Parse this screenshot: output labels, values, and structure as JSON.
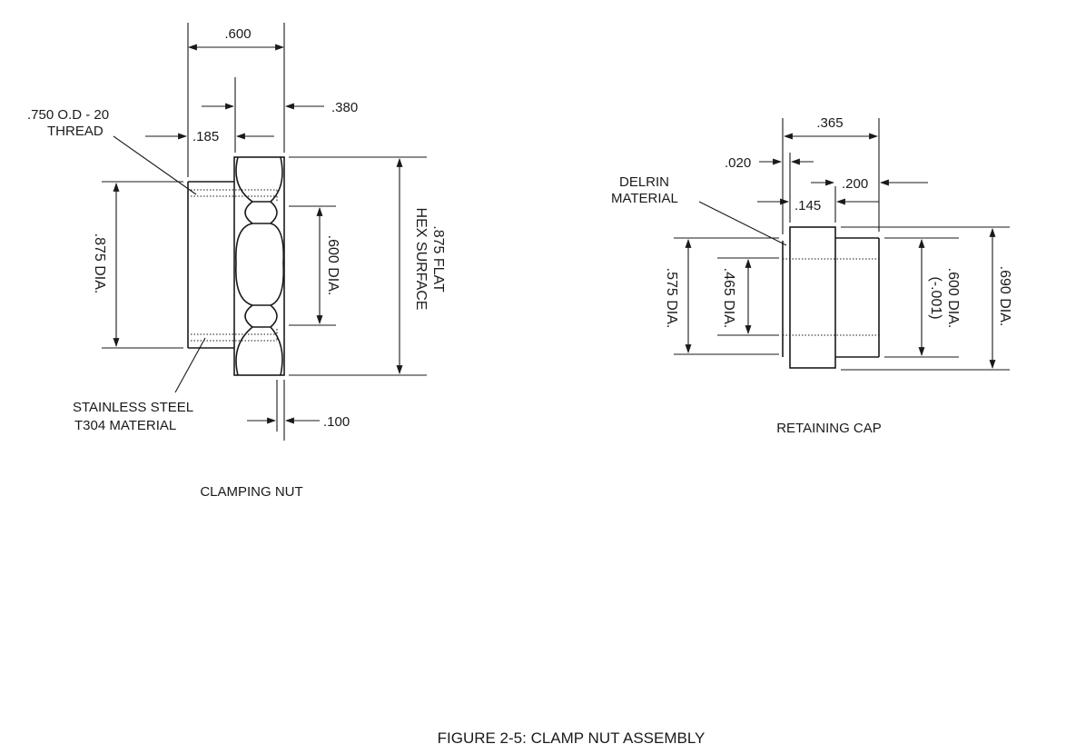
{
  "figure_caption": "FIGURE 2-5: CLAMP NUT ASSEMBLY",
  "clamping_nut": {
    "caption": "CLAMPING NUT",
    "dim_overall_length": ".600",
    "dim_hex_length": ".380",
    "dim_thread_length": ".185",
    "dim_flange": ".100",
    "dim_od": ".875 DIA.",
    "dim_bore": ".600 DIA.",
    "dim_hex_flat_1": ".875 FLAT",
    "dim_hex_flat_2": "HEX SURFACE",
    "thread_note_1": ".750 O.D  - 20",
    "thread_note_2": "THREAD",
    "material_note_1": "STAINLESS STEEL",
    "material_note_2": "T304 MATERIAL"
  },
  "retaining_cap": {
    "caption": "RETAINING CAP",
    "dim_overall_length": ".365",
    "dim_lip": ".020",
    "dim_head": ".145",
    "dim_body": ".200",
    "dim_inner_dia": ".465 DIA.",
    "dim_lip_dia": ".575 DIA.",
    "dim_body_dia_1": ".600 DIA.",
    "dim_body_dia_2": "(-.001)",
    "dim_head_dia": ".690 DIA.",
    "material_note_1": "DELRIN",
    "material_note_2": "MATERIAL"
  }
}
